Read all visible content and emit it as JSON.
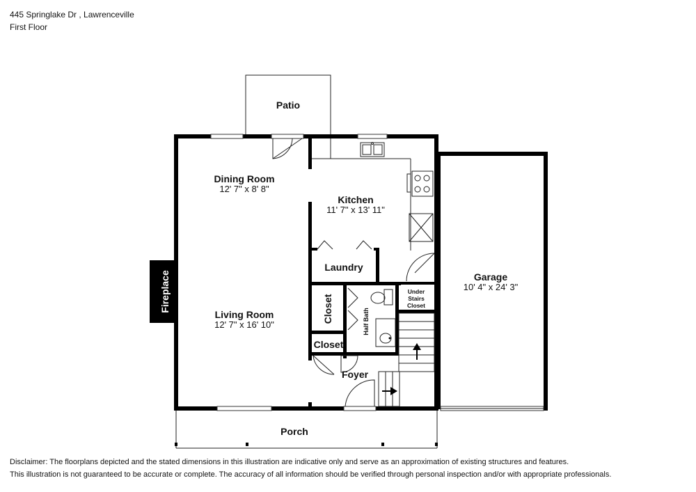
{
  "header": {
    "address": "445 Springlake Dr , Lawrenceville",
    "floor": "First Floor"
  },
  "rooms": {
    "patio": "Patio",
    "dining_room": {
      "name": "Dining Room",
      "dimensions": "12' 7\" x 8' 8\""
    },
    "kitchen": {
      "name": "Kitchen",
      "dimensions": "11' 7\" x 13' 11\""
    },
    "laundry": "Laundry",
    "garage": {
      "name": "Garage",
      "dimensions": "10' 4\" x 24' 3\""
    },
    "under_stairs_closet": [
      "Under",
      "Stairs",
      "Closet"
    ],
    "living_room": {
      "name": "Living Room",
      "dimensions": "12' 7\" x 16' 10\""
    },
    "fireplace": "Fireplace",
    "closet_upper": "Closet",
    "closet_lower": "Closet",
    "half_bath": "Half Bath",
    "foyer": "Foyer",
    "porch": "Porch"
  },
  "disclaimer": {
    "line1": "Disclaimer: The floorplans depicted and the stated dimensions in this illustration are indicative only and serve as an approximation of existing structures and features.",
    "line2": "This illustration is not guaranteed to be accurate or complete. The accuracy of all information should be verified through personal inspection and/or with appropriate professionals."
  }
}
